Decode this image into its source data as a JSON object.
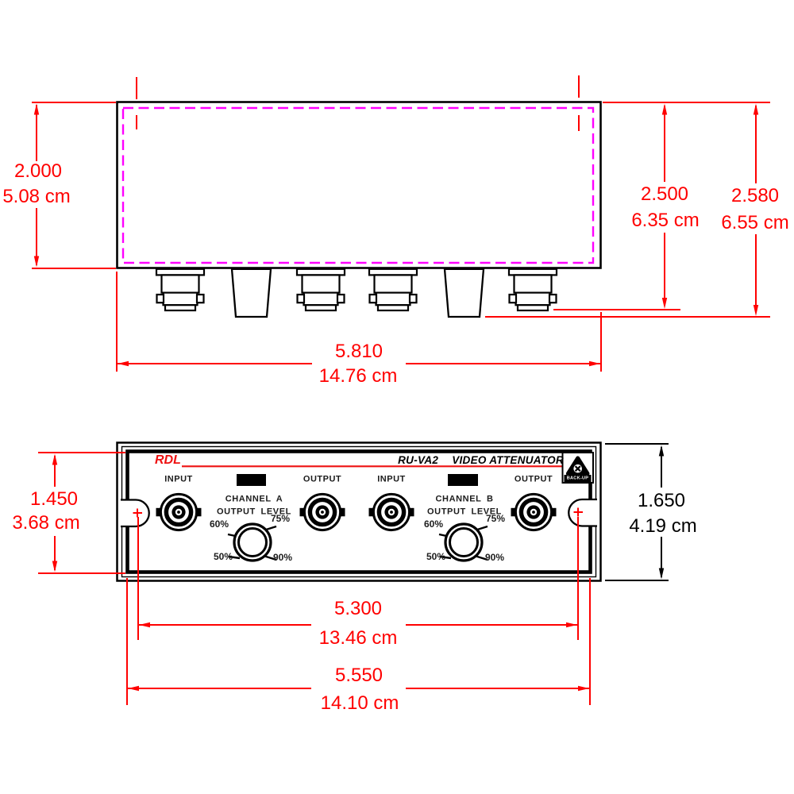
{
  "diagram": {
    "top_view": {
      "height_in": "2.000",
      "height_cm": "5.08 cm",
      "depth_bnc_in": "2.500",
      "depth_bnc_cm": "6.35 cm",
      "depth_knob_in": "2.580",
      "depth_knob_cm": "6.55 cm",
      "width_in": "5.810",
      "width_cm": "14.76 cm"
    },
    "front_view": {
      "brand": "RDL",
      "model": "RU-VA2",
      "product_name": "VIDEO ATTENUATOR",
      "badge_label": "BACK-UP",
      "inner_height_in": "1.450",
      "inner_height_cm": "3.68 cm",
      "overall_height_in": "1.650",
      "overall_height_cm": "4.19 cm",
      "slot_span_in": "5.300",
      "slot_span_cm": "13.46 cm",
      "panel_width_in": "5.550",
      "panel_width_cm": "14.10 cm",
      "channels": [
        {
          "name": "CHANNEL A",
          "level": "OUTPUT LEVEL",
          "input": "INPUT",
          "output": "OUTPUT",
          "pct50": "50%",
          "pct60": "60%",
          "pct75": "75%",
          "pct90": "90%"
        },
        {
          "name": "CHANNEL B",
          "level": "OUTPUT LEVEL",
          "input": "INPUT",
          "output": "OUTPUT",
          "pct50": "50%",
          "pct60": "60%",
          "pct75": "75%",
          "pct90": "90%"
        }
      ]
    },
    "colors": {
      "dimension_red": "#ff0000",
      "hidden_magenta": "#ff00ff",
      "line_black": "#000000"
    }
  }
}
